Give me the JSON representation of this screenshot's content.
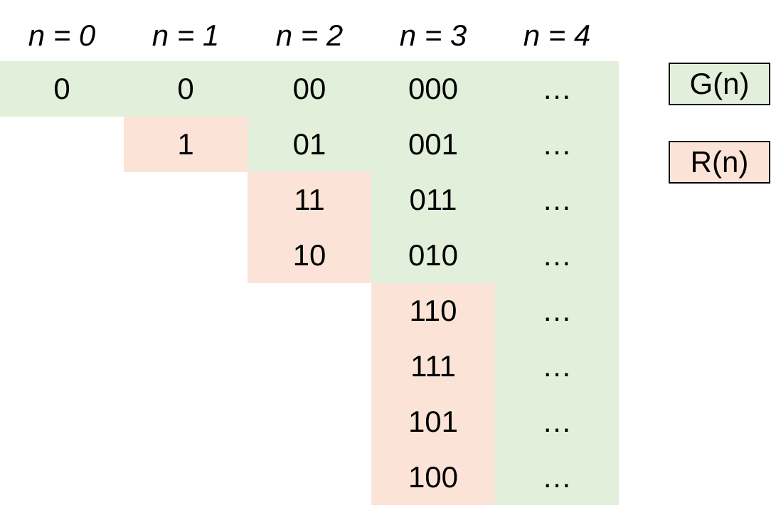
{
  "colors": {
    "g_fill": "#e2efda",
    "r_fill": "#fbe4d7"
  },
  "headers": [
    "n = 0",
    "n = 1",
    "n = 2",
    "n = 3",
    "n = 4"
  ],
  "columns": [
    {
      "cells": [
        {
          "text": "0",
          "kind": "G"
        }
      ]
    },
    {
      "cells": [
        {
          "text": "0",
          "kind": "G"
        },
        {
          "text": "1",
          "kind": "R"
        }
      ]
    },
    {
      "cells": [
        {
          "text": "00",
          "kind": "G"
        },
        {
          "text": "01",
          "kind": "G"
        },
        {
          "text": "11",
          "kind": "R"
        },
        {
          "text": "10",
          "kind": "R"
        }
      ]
    },
    {
      "cells": [
        {
          "text": "000",
          "kind": "G"
        },
        {
          "text": "001",
          "kind": "G"
        },
        {
          "text": "011",
          "kind": "G"
        },
        {
          "text": "010",
          "kind": "G"
        },
        {
          "text": "110",
          "kind": "R"
        },
        {
          "text": "111",
          "kind": "R"
        },
        {
          "text": "101",
          "kind": "R"
        },
        {
          "text": "100",
          "kind": "R"
        }
      ]
    },
    {
      "cells": [
        {
          "text": "…",
          "kind": "G"
        },
        {
          "text": "…",
          "kind": "G"
        },
        {
          "text": "…",
          "kind": "G"
        },
        {
          "text": "…",
          "kind": "G"
        },
        {
          "text": "…",
          "kind": "G"
        },
        {
          "text": "…",
          "kind": "G"
        },
        {
          "text": "…",
          "kind": "G"
        },
        {
          "text": "…",
          "kind": "G"
        }
      ]
    }
  ],
  "legend": {
    "g_label": "G(n)",
    "r_label": "R(n)"
  }
}
